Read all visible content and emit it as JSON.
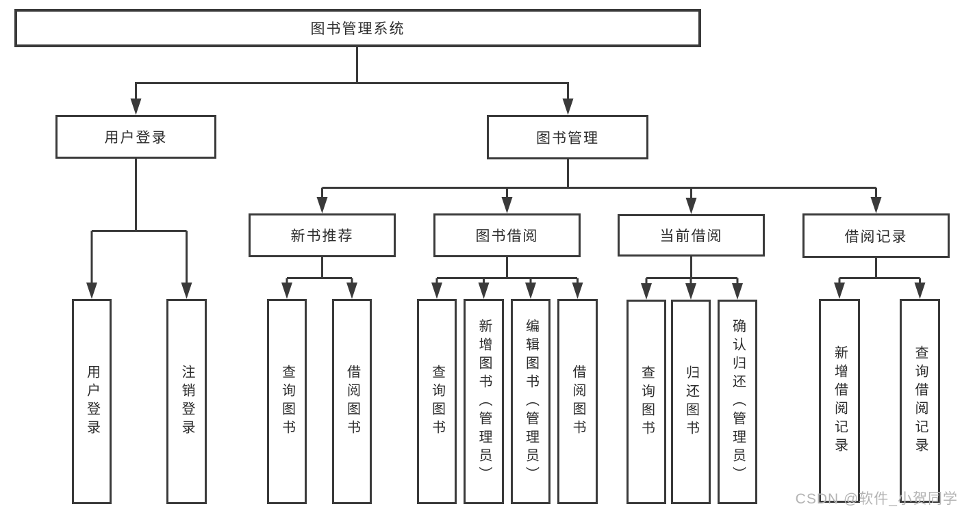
{
  "diagram": {
    "type": "hierarchy",
    "root": "图书管理系统",
    "l1": [
      {
        "label": "用户登录",
        "children": [
          "用户登录",
          "注销登录"
        ]
      },
      {
        "label": "图书管理"
      }
    ],
    "l2": [
      {
        "label": "新书推荐",
        "children": [
          "查询图书",
          "借阅图书"
        ]
      },
      {
        "label": "图书借阅",
        "children": [
          "查询图书",
          "新增图书（管理员）",
          "编辑图书（管理员）",
          "借阅图书"
        ]
      },
      {
        "label": "当前借阅",
        "children": [
          "查询图书",
          "归还图书",
          "确认归还（管理员）"
        ]
      },
      {
        "label": "借阅记录",
        "children": [
          "新增借阅记录",
          "查询借阅记录"
        ]
      }
    ]
  },
  "watermark": {
    "text": "CSDN @软件_小贺同学"
  },
  "colors": {
    "line": "#3a3a3a",
    "text": "#2d2d2d",
    "watermark": "#b4b4b4",
    "bg": "#ffffff"
  }
}
